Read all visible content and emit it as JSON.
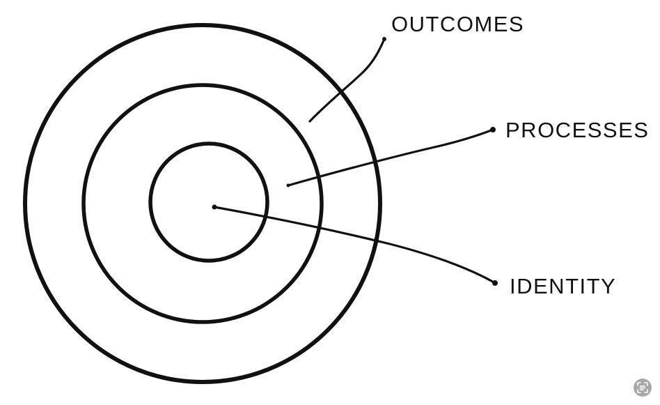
{
  "diagram": {
    "rings": [
      {
        "name": "outer"
      },
      {
        "name": "middle"
      },
      {
        "name": "inner"
      }
    ],
    "labels": {
      "outcomes": "OUTCOMES",
      "processes": "PROCESSES",
      "identity": "IDENTITY"
    },
    "colors": {
      "stroke": "#111111",
      "background": "#ffffff"
    }
  },
  "overlay": {
    "corner_icon": "scan-text-icon"
  }
}
